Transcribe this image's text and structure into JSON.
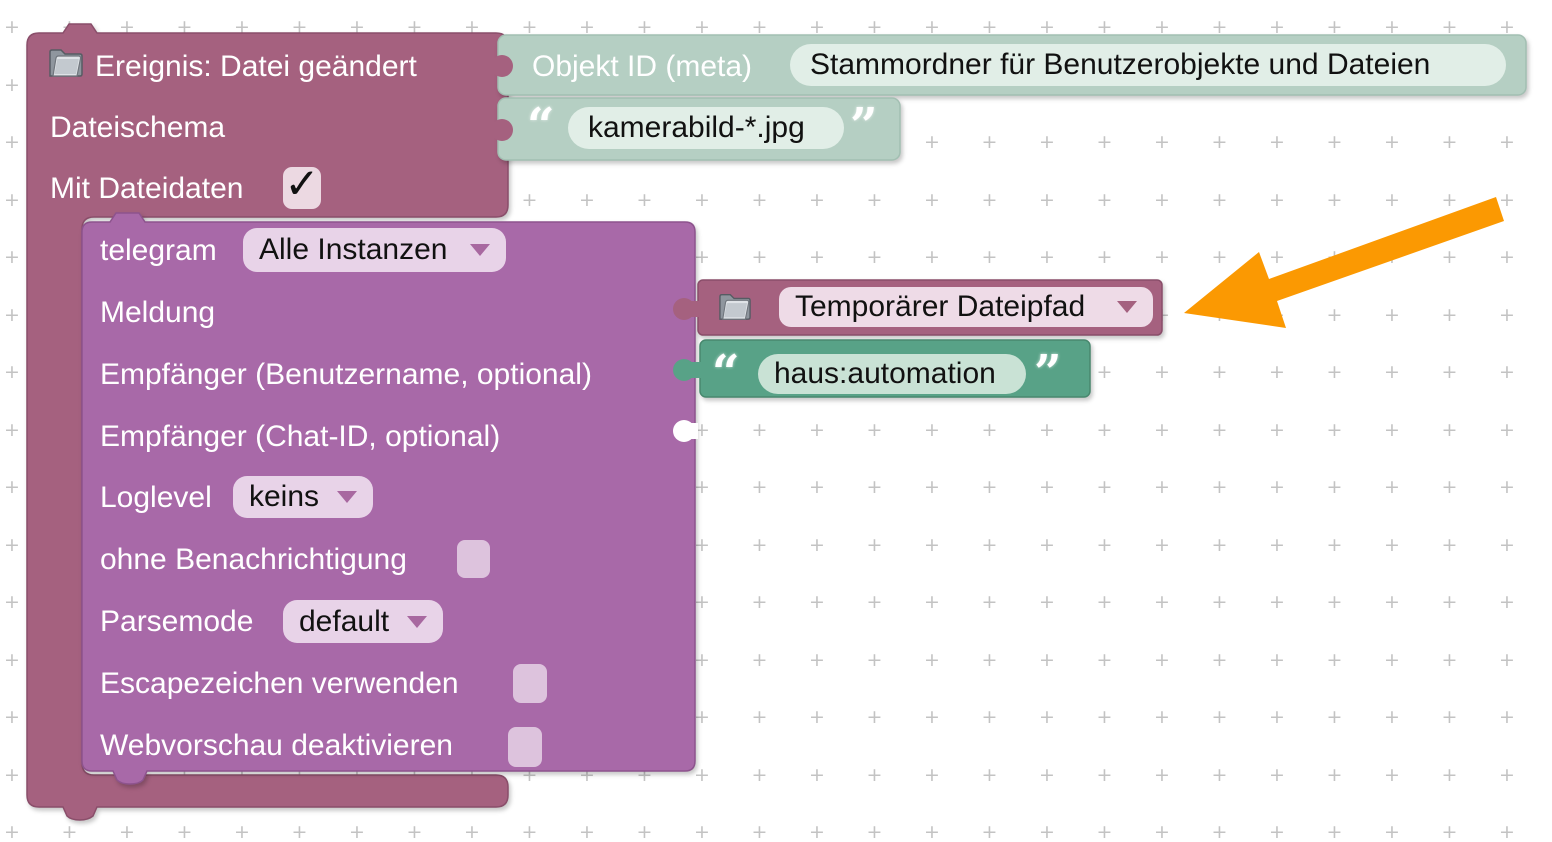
{
  "workspace": {
    "grid_marker": "+"
  },
  "colors": {
    "event_block": "#a5617f",
    "telegram_block": "#a869a8",
    "shadow_teal": "#b5cfc3",
    "string_green": "#58a287",
    "arrow": "#fb9902"
  },
  "event_block": {
    "title": "Ereignis: Datei geändert",
    "schema_label": "Dateischema",
    "with_data_label": "Mit Dateidaten",
    "with_data_checked": "✓"
  },
  "object_id_block": {
    "label": "Objekt ID (meta)",
    "value": "Stammordner für Benutzerobjekte und Dateien"
  },
  "pattern_block": {
    "open_quote": "“",
    "value": "kamerabild-*.jpg",
    "close_quote": "”"
  },
  "telegram_block": {
    "name_label": "telegram",
    "instance_value": "Alle Instanzen",
    "message_label": "Meldung",
    "recipient_user_label": "Empfänger (Benutzername, optional)",
    "recipient_chat_label": "Empfänger (Chat-ID, optional)",
    "loglevel_label": "Loglevel",
    "loglevel_value": "keins",
    "silent_label": "ohne Benachrichtigung",
    "parsemode_label": "Parsemode",
    "parsemode_value": "default",
    "escape_label": "Escapezeichen verwenden",
    "nopreview_label": "Webvorschau deaktivieren"
  },
  "temp_path_block": {
    "value": "Temporärer Dateipfad"
  },
  "recipient_block": {
    "open_quote": "“",
    "value": "haus:automation",
    "close_quote": "”"
  }
}
